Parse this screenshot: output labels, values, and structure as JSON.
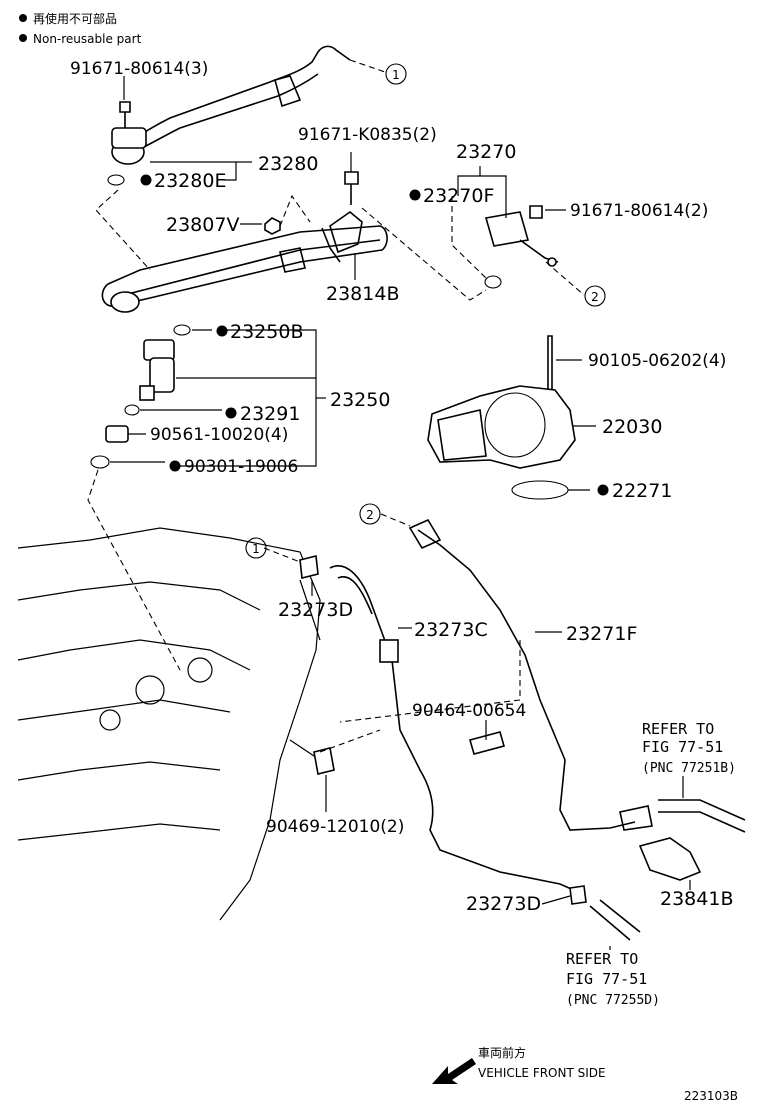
{
  "legend": {
    "jp": "再使用不可部品",
    "en": "Non-reusable part"
  },
  "labels": {
    "bolt_80614_3": "91671-80614(3)",
    "bolt_k0835": "91671-K0835(2)",
    "bolt_80614_2": "91671-80614(2)",
    "p23280e": "23280E",
    "p23280": "23280",
    "p23807v": "23807V",
    "p23814b": "23814B",
    "p23270": "23270",
    "p23270f": "23270F",
    "p23250b": "23250B",
    "p23250": "23250",
    "p23291": "23291",
    "p90561": "90561-10020(4)",
    "p90301": "90301-19006",
    "p90105": "90105-06202(4)",
    "p22030": "22030",
    "p22271": "22271",
    "p23273d_top": "23273D",
    "p23273c": "23273C",
    "p23271f": "23271F",
    "p90464": "90464-00654",
    "p90469": "90469-12010(2)",
    "p23273d_bottom": "23273D",
    "p23841b": "23841B"
  },
  "refs": {
    "ref1_line1": "REFER TO",
    "ref1_line2": "FIG 77-51",
    "ref1_line3": "(PNC 77251B)",
    "ref2_line1": "REFER TO",
    "ref2_line2": "FIG 77-51",
    "ref2_line3": "(PNC 77255D)"
  },
  "callouts": {
    "c1": "1",
    "c2": "2"
  },
  "footer": {
    "front_jp": "車両前方",
    "front_en": "VEHICLE FRONT SIDE",
    "figure_id": "223103B"
  }
}
